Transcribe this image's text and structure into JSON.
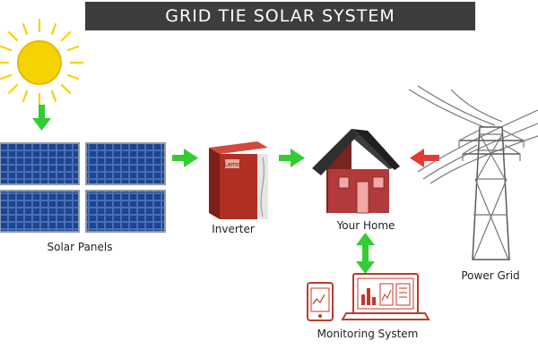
{
  "title": "GRID TIE SOLAR SYSTEM",
  "labels": {
    "solar_panels": "Solar Panels",
    "inverter": "Inverter",
    "home": "Your Home",
    "power_grid": "Power Grid",
    "monitoring": "Monitoring System"
  },
  "inverter_brand": "Lamo",
  "colors": {
    "arrow_green": "#33cc33",
    "arrow_red": "#e53935",
    "sun": "#f5d300",
    "panel_blue": "#163a7a",
    "house_red": "#b23a3a",
    "title_bg": "#3d3d3d",
    "monitor_red": "#c0392b"
  },
  "icons": [
    "sun-icon",
    "solar-panel-icon",
    "inverter-icon",
    "house-icon",
    "power-tower-icon",
    "tablet-icon",
    "laptop-icon"
  ]
}
